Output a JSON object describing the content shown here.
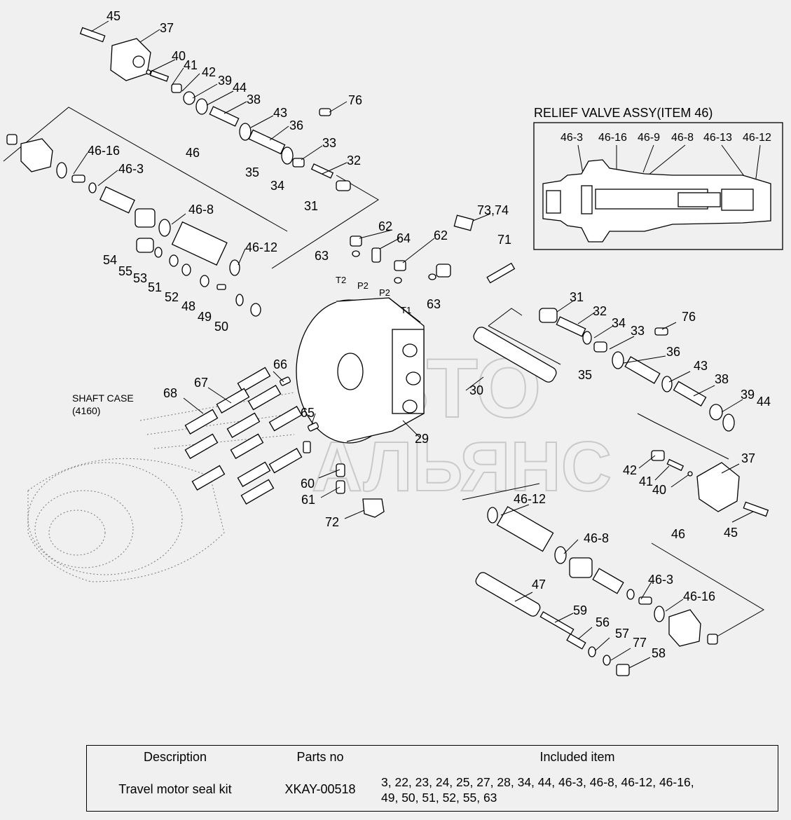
{
  "labels": {
    "p45a": "45",
    "p37a": "37",
    "p40a": "40",
    "p41a": "41",
    "p42a": "42",
    "p39a": "39",
    "p44a": "44",
    "p38a": "38",
    "p43a": "43",
    "p36a": "36",
    "p76a": "76",
    "p33a": "33",
    "p32a": "32",
    "p35a": "35",
    "p34a": "34",
    "p31a": "31",
    "p46_16a": "46-16",
    "p46_3a": "46-3",
    "p46a": "46",
    "p46_8a": "46-8",
    "p46_12a": "46-12",
    "p54": "54",
    "p55": "55",
    "p53": "53",
    "p51": "51",
    "p52": "52",
    "p48": "48",
    "p49": "49",
    "p50": "50",
    "p62a": "62",
    "p64": "64",
    "p62b": "62",
    "p63a": "63",
    "p63b": "63",
    "p71": "71",
    "p7374": "73,74",
    "t2": "T2",
    "p2a": "P2",
    "p2b": "P2",
    "t1": "T1",
    "p31b": "31",
    "p32b": "32",
    "p34b": "34",
    "p33b": "33",
    "p76b": "76",
    "p36b": "36",
    "p35b": "35",
    "p43b": "43",
    "p38b": "38",
    "p39b": "39",
    "p44b": "44",
    "p30": "30",
    "p29": "29",
    "p66": "66",
    "p67": "67",
    "p68": "68",
    "p65": "65",
    "p60": "60",
    "p61": "61",
    "p72": "72",
    "p42b": "42",
    "p41b": "41",
    "p40b": "40",
    "p37b": "37",
    "p45b": "45",
    "p46_12b": "46-12",
    "p46b": "46",
    "p46_8b": "46-8",
    "p46_3b": "46-3",
    "p46_16b": "46-16",
    "p47": "47",
    "p59": "59",
    "p56": "56",
    "p57": "57",
    "p77": "77",
    "p58": "58"
  },
  "shaft_case": {
    "line1": "SHAFT CASE",
    "line2": "(4160)"
  },
  "inset": {
    "title": "RELIEF VALVE ASSY(ITEM 46)",
    "labels": [
      "46-3",
      "46-16",
      "46-9",
      "46-8",
      "46-13",
      "46-12"
    ]
  },
  "watermark": {
    "line1": "АВТО",
    "line2": "АЛЬЯНС"
  },
  "kit_table": {
    "headers": [
      "Description",
      "Parts no",
      "Included item"
    ],
    "row": {
      "description": "Travel motor seal kit",
      "parts_no": "XKAY-00518",
      "items_line1": "3, 22, 23, 24, 25, 27, 28, 34, 44, 46-3, 46-8, 46-12, 46-16,",
      "items_line2": "49, 50, 51, 52, 55, 63"
    }
  }
}
